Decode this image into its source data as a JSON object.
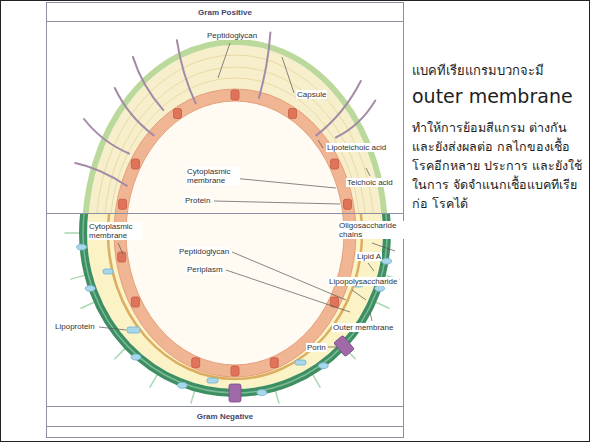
{
  "diagram": {
    "nodes": [
      {
        "text": [
          "Gram Positive"
        ]
      },
      {
        "text": [
          "Gram Negative"
        ]
      }
    ],
    "labels": [
      "Peptidoglycan",
      "Capsule",
      "Lipoteichoic acid",
      "Cytoplasmic membrane",
      "Teichoic acid",
      "Protein",
      "Cytoplasmic membrane",
      "Oligosaccharide chains",
      "Peptidoglycan",
      "Lipid A",
      "Periplasm",
      "Lipopolysaccharide",
      "Lipoprotein",
      "Outer membrane",
      "Porin",
      "แบคทีเรียแกรมบวกจะมี",
      "outer membrane",
      "ทำให้การย้อมสีแกรม ต่างกัน และยังส่งผลต่อ กลไกของเชื้อโรคอีกหลาย ประการ และยังใช้ในการ จัดจำแนกเชื้อแบคทีเรียก่อ โรคได้"
    ]
  }
}
